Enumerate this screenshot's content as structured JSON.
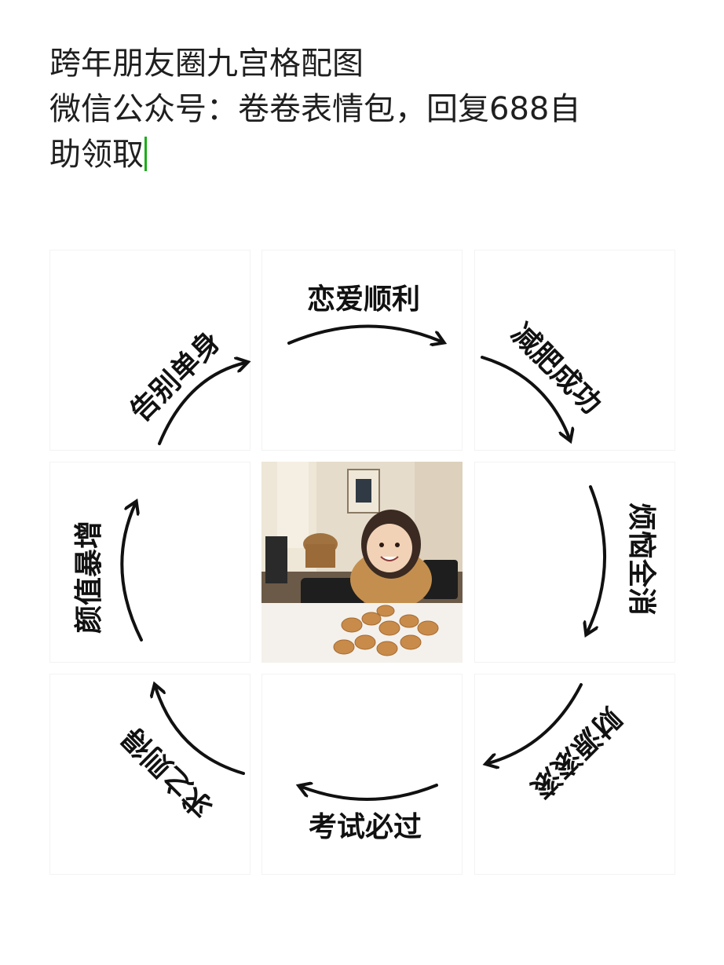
{
  "header": {
    "line1": "跨年朋友圈九宫格配图",
    "line2": "微信公众号：卷卷表情包，回复688自",
    "line3": "助领取"
  },
  "grid": {
    "wishes": {
      "top": "恋爱顺利",
      "top_right": "减肥成功",
      "right": "烦恼全消",
      "bottom_right": "财源滚滚",
      "bottom": "考试必过",
      "bottom_left": "求之则得",
      "left": "颜值暴增",
      "top_left": "告别单身"
    }
  },
  "colors": {
    "text": "#1f1f1f",
    "caret": "#1aad19",
    "ink": "#111111"
  }
}
